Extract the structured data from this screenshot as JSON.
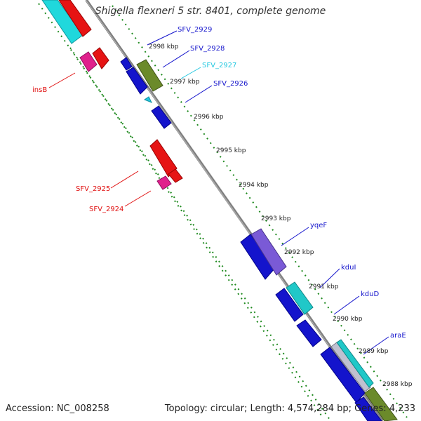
{
  "title": "Shigella flexneri 5 str. 8401, complete genome",
  "footer": {
    "accession": "Accession: NC_008258",
    "topology": "Topology: circular; Length: 4,574,284 bp; Genes: 4,233"
  },
  "ticks": [
    "2998 kbp",
    "2997 kbp",
    "2996 kbp",
    "2995 kbp",
    "2994 kbp",
    "2993 kbp",
    "2992 kbp",
    "2991 kbp",
    "2990 kbp",
    "2989 kbp",
    "2988 kbp"
  ],
  "genes": [
    {
      "name": "insB",
      "color": "#e01010"
    },
    {
      "name": "SFV_2929",
      "color": "#1414cc"
    },
    {
      "name": "SFV_2928",
      "color": "#1414cc"
    },
    {
      "name": "SFV_2927",
      "color": "#22c8e0"
    },
    {
      "name": "SFV_2926",
      "color": "#1414cc"
    },
    {
      "name": "SFV_2925",
      "color": "#e01010"
    },
    {
      "name": "SFV_2924",
      "color": "#e01010"
    },
    {
      "name": "yqeF",
      "color": "#1414cc"
    },
    {
      "name": "kduI",
      "color": "#1414cc"
    },
    {
      "name": "kduD",
      "color": "#1414cc"
    },
    {
      "name": "araE",
      "color": "#1414cc"
    }
  ]
}
